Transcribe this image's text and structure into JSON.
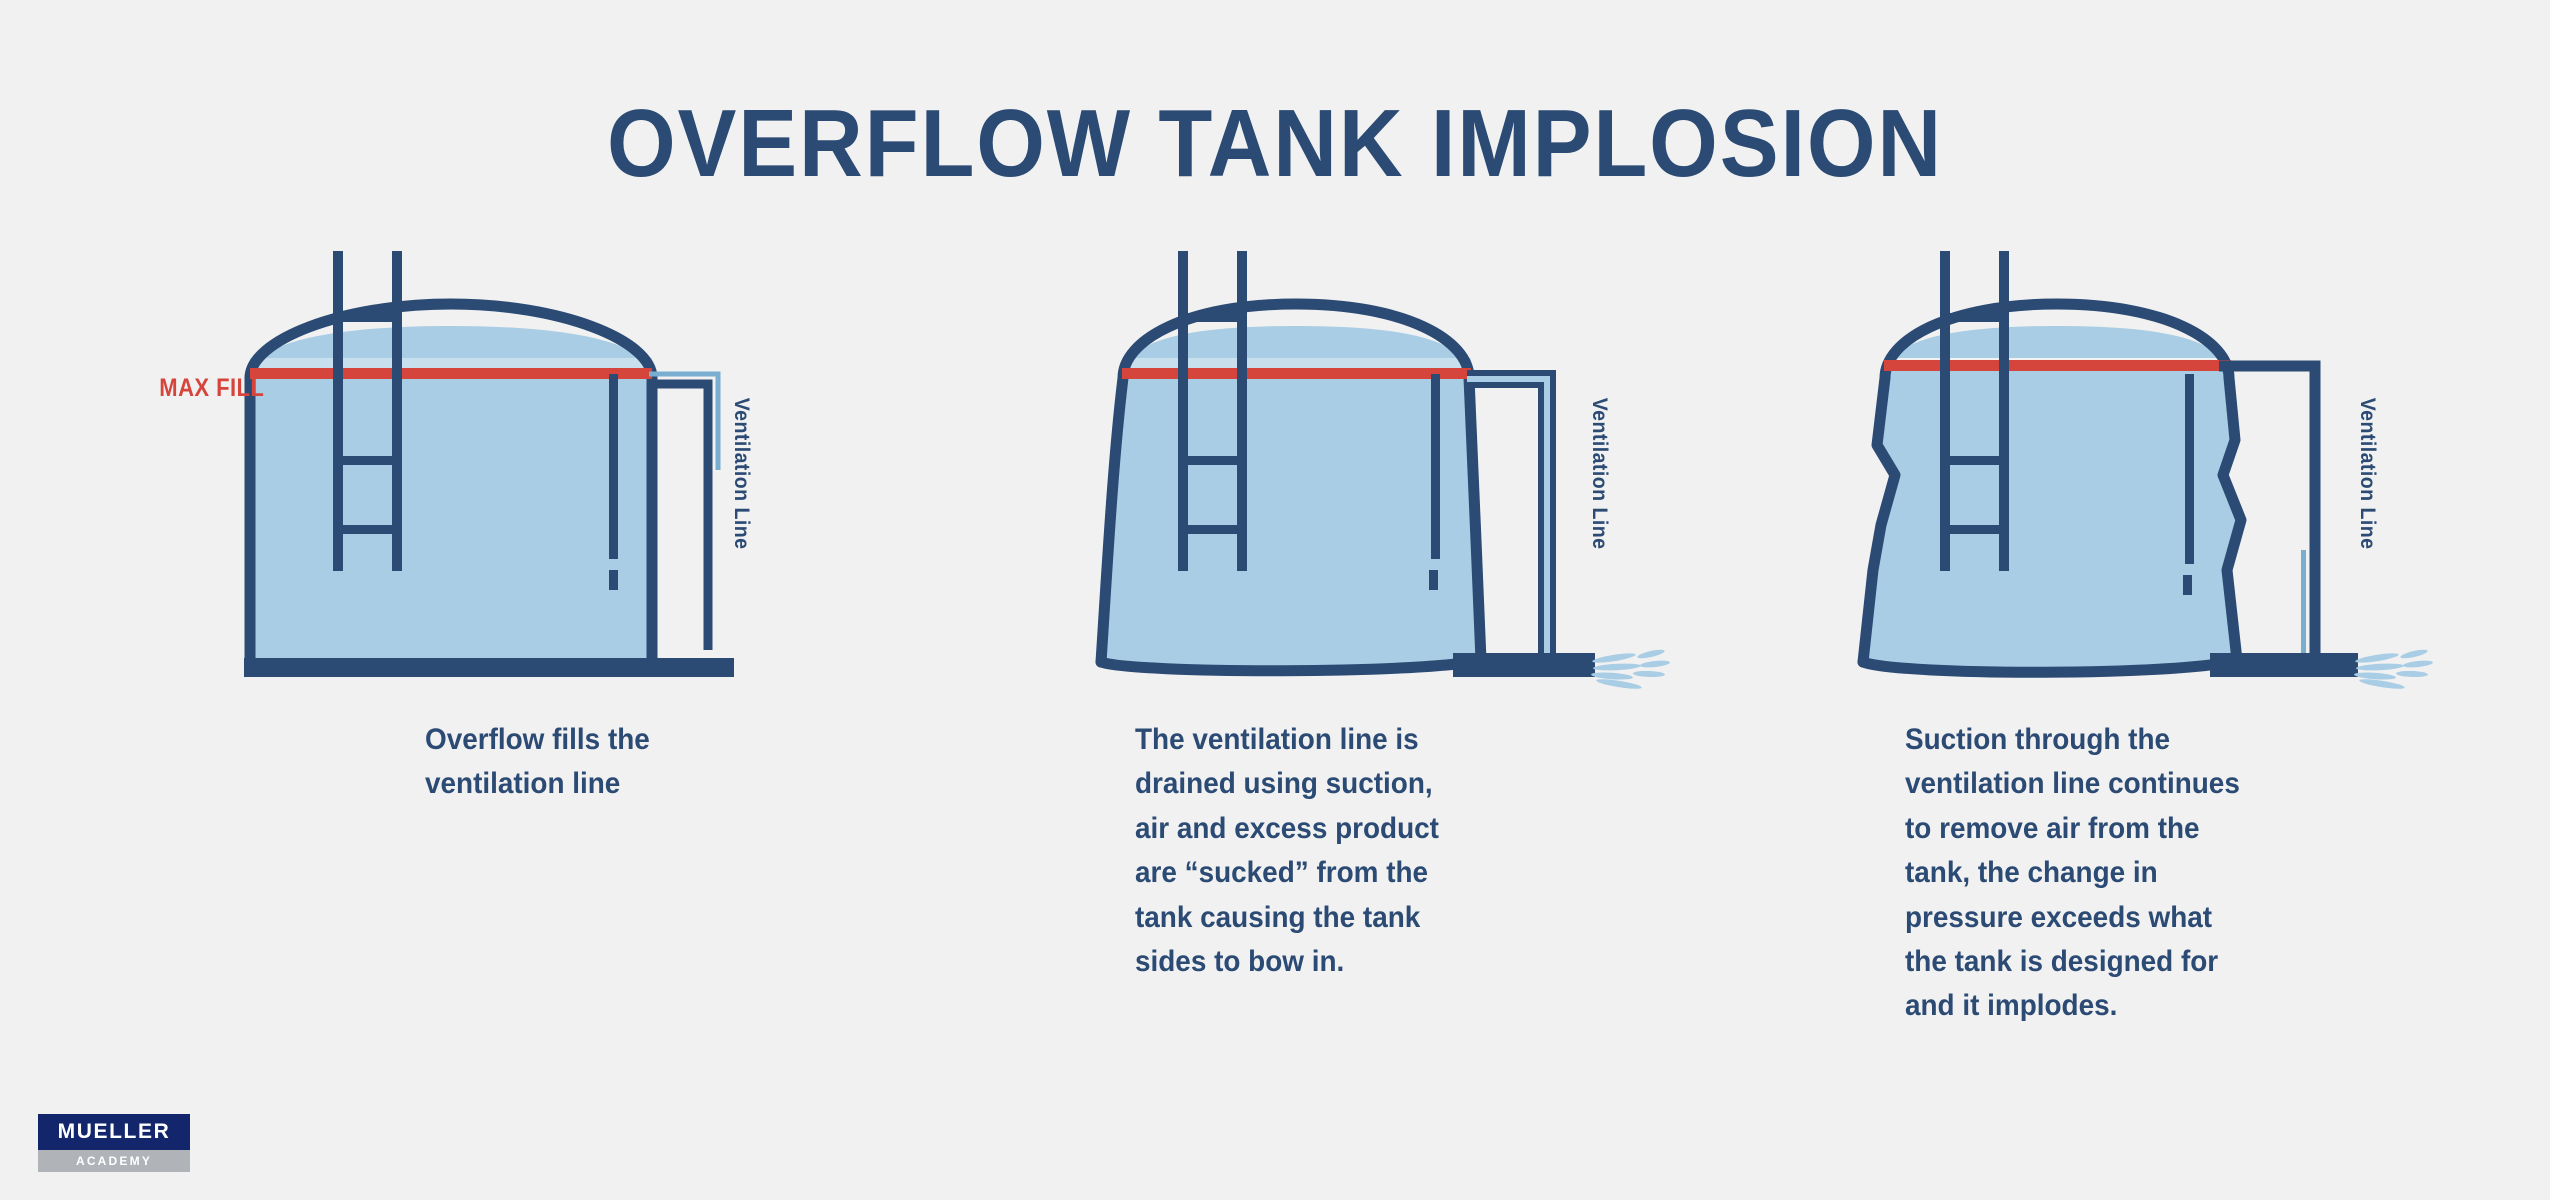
{
  "title": "OVERFLOW TANK IMPLOSION",
  "colors": {
    "background": "#f1f1f1",
    "navy": "#2b4a74",
    "navy_dark": "#1e3a5f",
    "liquid": "#a8cde4",
    "liquid_light": "#c8dfee",
    "red": "#d6453c",
    "logo_navy": "#13266b",
    "logo_gray": "#b0b3b8",
    "spray": "#a8cde4"
  },
  "labels": {
    "max_fill": "MAX FILL",
    "ventilation_line": "Ventilation Line"
  },
  "panels": [
    {
      "id": "panel-1",
      "state": "normal",
      "vent_label": "Ventilation Line",
      "caption": "Overflow fills the ventilation line",
      "has_max_fill_label": true,
      "has_spray": false,
      "vent_pipe_filled": false
    },
    {
      "id": "panel-2",
      "state": "bowed",
      "vent_label": "Ventilation Line",
      "caption": "The ventilation line is drained using suction, air and excess product are “sucked” from the tank causing the tank sides to bow in.",
      "has_max_fill_label": false,
      "has_spray": true,
      "vent_pipe_filled": true
    },
    {
      "id": "panel-3",
      "state": "imploded",
      "vent_label": "Ventilation Line",
      "caption": "Suction through the ventilation line continues to remove air from the tank, the change in pressure exceeds what the tank is designed for and it implodes.",
      "has_max_fill_label": false,
      "has_spray": true,
      "vent_pipe_filled": false
    }
  ],
  "logo": {
    "primary": "MUELLER",
    "secondary": "ACADEMY"
  }
}
